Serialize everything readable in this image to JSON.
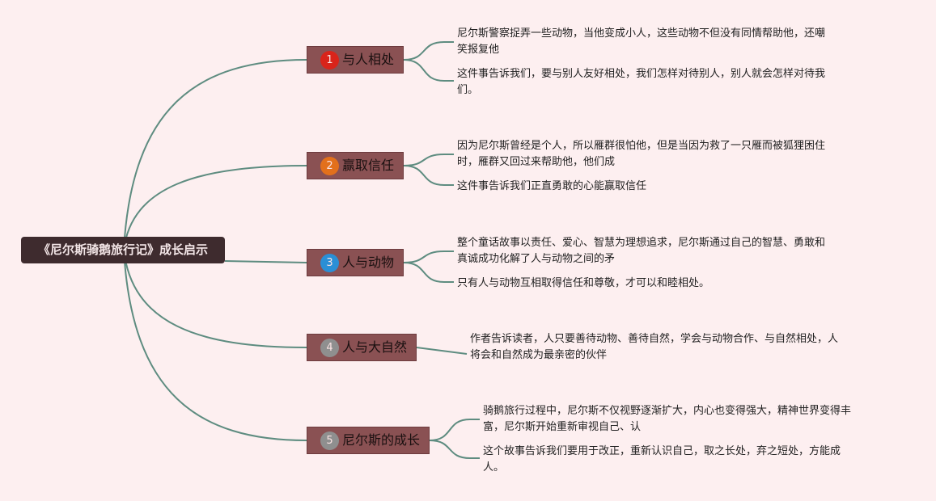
{
  "central": {
    "title": "《尼尔斯骑鹅旅行记》成长启示"
  },
  "branches": [
    {
      "number": "1",
      "label": "与人相处",
      "number_color": "#d9241a",
      "leaves": [
        [
          "尼尔斯警察捉弄一些动物，当他变成小人，这些动物不但没有同情帮助他，还嘲",
          "笑报复他"
        ],
        [
          "这件事告诉我们，要与别人友好相处，我们怎样对待别人，别人就会怎样对待我",
          "们。"
        ]
      ]
    },
    {
      "number": "2",
      "label": "赢取信任",
      "number_color": "#e2701c",
      "leaves": [
        [
          "因为尼尔斯曾经是个人，所以雁群很怕他，但是当因为救了一只雁而被狐狸困住",
          "时，雁群又回过来帮助他，他们成"
        ],
        [
          "这件事告诉我们正直勇敢的心能赢取信任"
        ]
      ]
    },
    {
      "number": "3",
      "label": "人与动物",
      "number_color": "#2a8fd6",
      "leaves": [
        [
          "整个童话故事以责任、爱心、智慧为理想追求，尼尔斯通过自己的智慧、勇敢和",
          "真诚成功化解了人与动物之间的矛"
        ],
        [
          "只有人与动物互相取得信任和尊敬，才可以和睦相处。"
        ]
      ]
    },
    {
      "number": "4",
      "label": "人与大自然",
      "number_color": "#8f8f8f",
      "leaves": [
        [
          "作者告诉读者，人只要善待动物、善待自然，学会与动物合作、与自然相处，人",
          "将会和自然成为最亲密的伙伴"
        ]
      ]
    },
    {
      "number": "5",
      "label": "尼尔斯的成长",
      "number_color": "#8f8f8f",
      "leaves": [
        [
          "骑鹅旅行过程中，尼尔斯不仅视野逐渐扩大，内心也变得强大，精神世界变得丰",
          "富，尼尔斯开始重新审视自己、认"
        ],
        [
          "这个故事告诉我们要用于改正，重新认识自己，取之长处，弃之短处，方能成",
          "人。"
        ]
      ]
    }
  ],
  "colors": {
    "background": "#fdeff0",
    "line": "#5e8c80",
    "branch_fill": "#8a5153",
    "central_fill": "#3e2b2e"
  }
}
